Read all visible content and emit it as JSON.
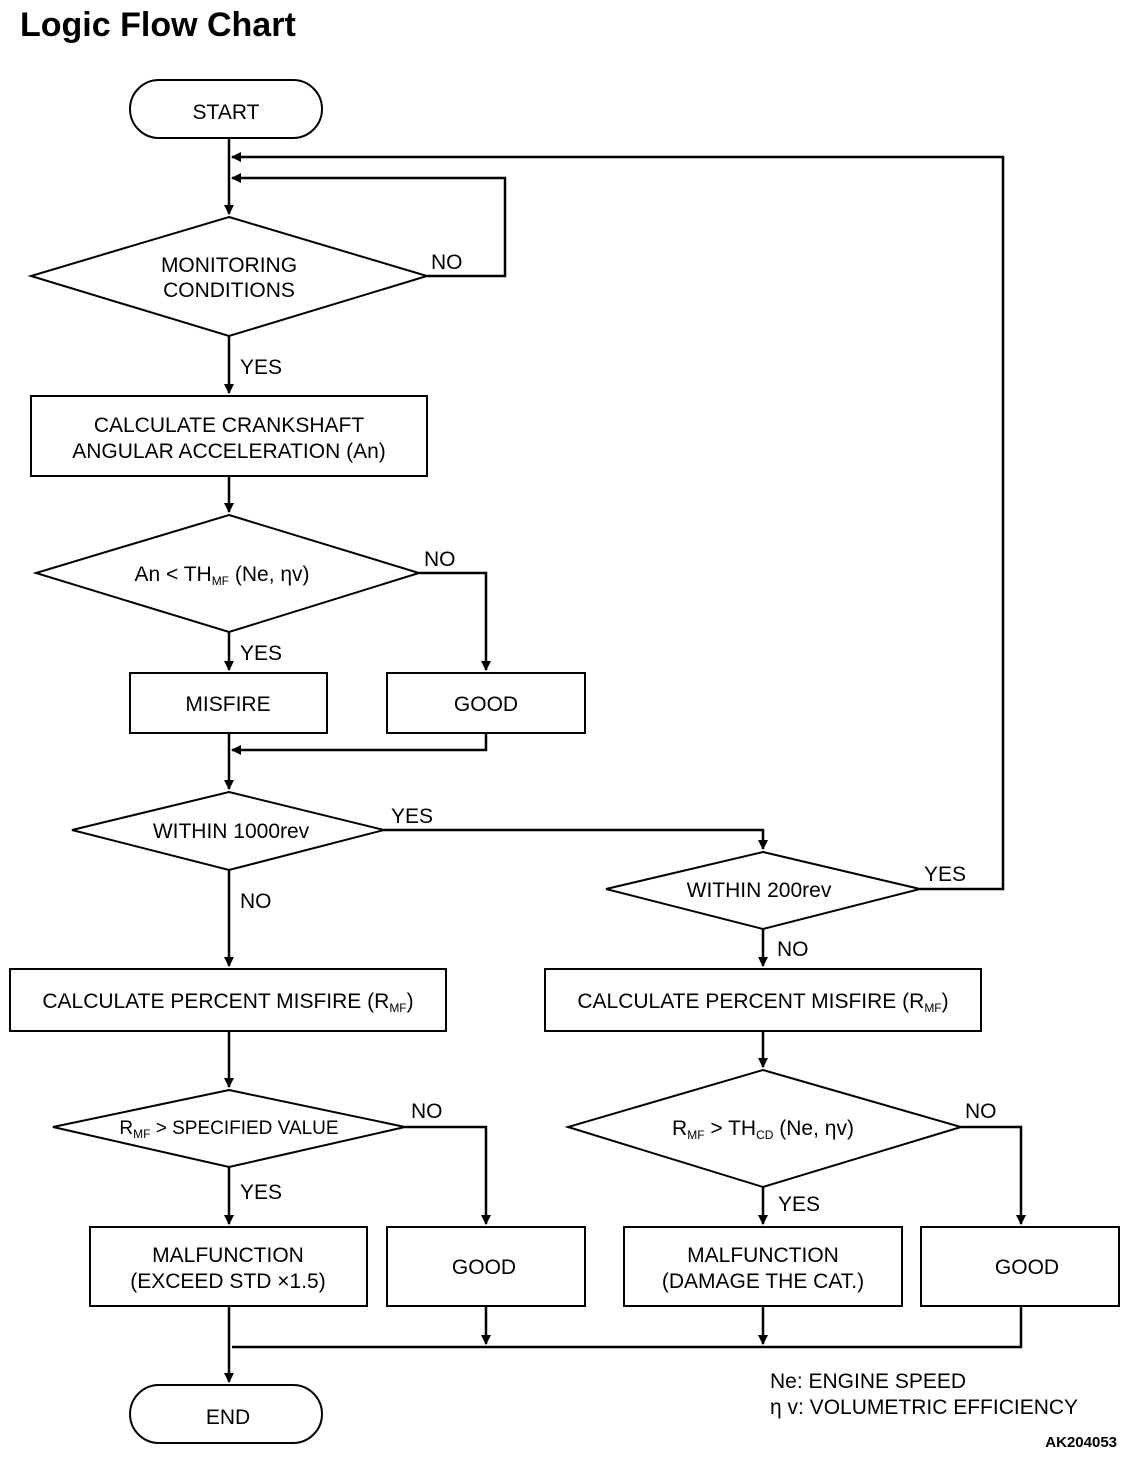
{
  "title": "Logic Flow Chart",
  "nodes": {
    "start": "START",
    "monitoring": [
      "MONITORING",
      "CONDITIONS"
    ],
    "calc_accel": [
      "CALCULATE CRANKSHAFT",
      "ANGULAR ACCELERATION (An)"
    ],
    "an_check": {
      "pre": "An < TH",
      "sub": "MF",
      "post": " (Ne, ηv)"
    },
    "misfire": "MISFIRE",
    "good": "GOOD",
    "within_1000": "WITHIN 1000rev",
    "within_200": "WITHIN 200rev",
    "calc_percent": {
      "pre": "CALCULATE PERCENT MISFIRE (R",
      "sub": "MF",
      "post": ")"
    },
    "rmf_spec": {
      "pre": "R",
      "sub": "MF",
      "post": " > SPECIFIED VALUE"
    },
    "rmf_thcd": {
      "pre": "R",
      "sub": "MF",
      "mid": " > TH",
      "sub2": "CD",
      "post": " (Ne, ηv)"
    },
    "malfunction_exceed": [
      "MALFUNCTION",
      "(EXCEED STD  ×1.5)"
    ],
    "malfunction_cat": [
      "MALFUNCTION",
      "(DAMAGE THE CAT.)"
    ],
    "end": "END"
  },
  "branch_labels": {
    "yes": "YES",
    "no": "NO"
  },
  "legend": [
    "Ne: ENGINE SPEED",
    "η v: VOLUMETRIC EFFICIENCY"
  ],
  "figure_code": "AK204053"
}
